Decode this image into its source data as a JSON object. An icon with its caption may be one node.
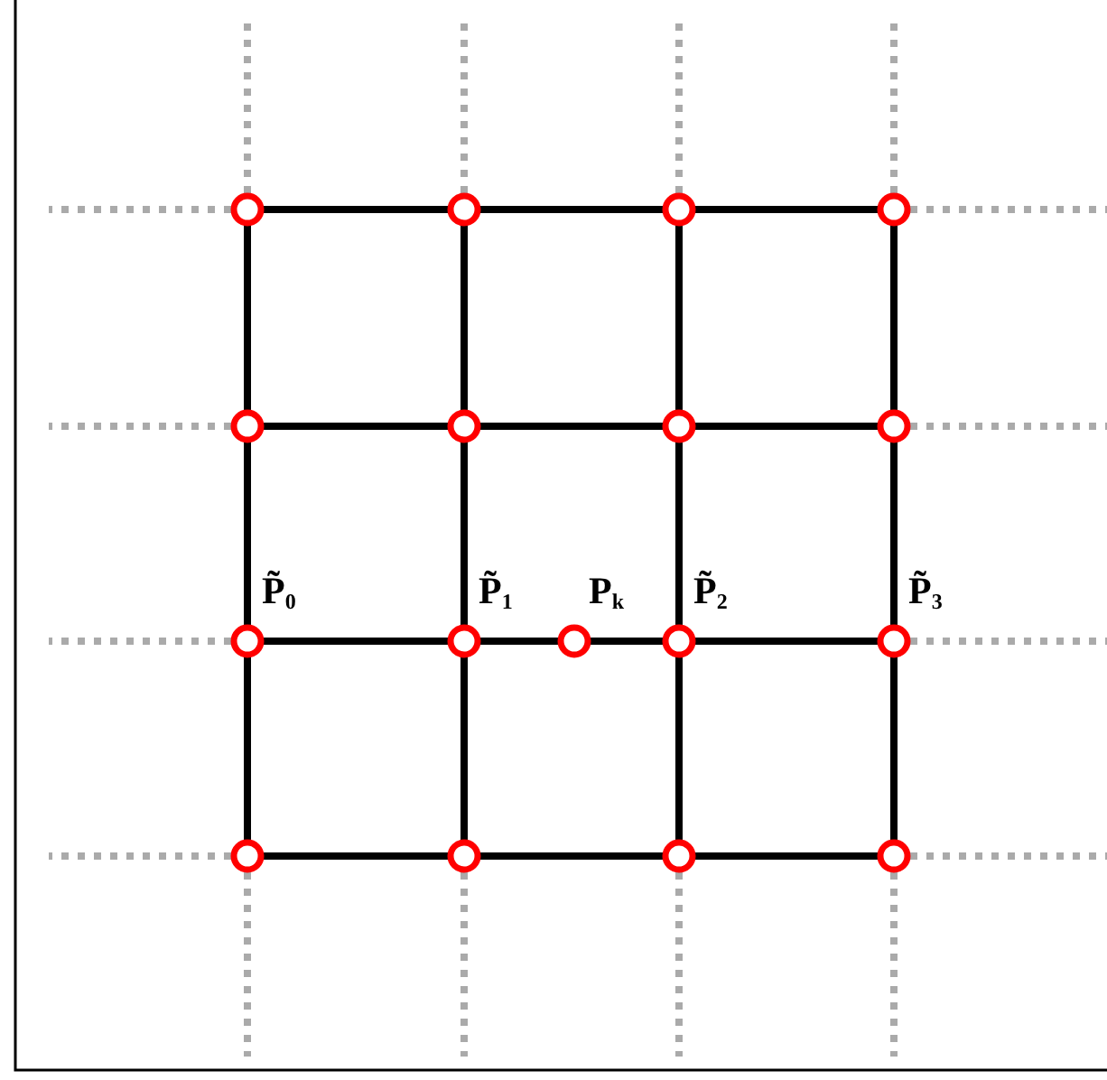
{
  "diagram": {
    "nodes": [
      {
        "text": [],
        "shape": "circle"
      },
      {
        "text": [],
        "shape": "circle"
      },
      {
        "text": [],
        "shape": "circle"
      },
      {
        "text": [],
        "shape": "circle"
      },
      {
        "text": [],
        "shape": "circle"
      },
      {
        "text": [],
        "shape": "circle"
      },
      {
        "text": [],
        "shape": "circle"
      },
      {
        "text": [],
        "shape": "circle"
      },
      {
        "text": [
          "P̃$_{0}$"
        ]
      },
      {
        "text": [
          "P̃$_{1}$"
        ]
      },
      {
        "text": [
          "P$_{k}$"
        ]
      },
      {
        "text": [
          "P̃$_{2}$"
        ]
      },
      {
        "text": [
          "P̃$_{3}$"
        ]
      },
      {
        "text": [],
        "shape": "circle"
      },
      {
        "text": [],
        "shape": "circle"
      },
      {
        "text": [],
        "shape": "circle"
      },
      {
        "text": [],
        "shape": "circle"
      }
    ],
    "edges": [
      {
        "from": 0,
        "to": 1,
        "arrow": "none"
      },
      {
        "from": 1,
        "to": 2,
        "arrow": "none"
      },
      {
        "from": 2,
        "to": 3,
        "arrow": "none"
      },
      {
        "from": 4,
        "to": 5,
        "arrow": "none"
      },
      {
        "from": 5,
        "to": 6,
        "arrow": "none"
      },
      {
        "from": 6,
        "to": 7,
        "arrow": "none"
      },
      {
        "from": 8,
        "to": 9,
        "arrow": "none"
      },
      {
        "from": 9,
        "to": 10,
        "arrow": "none"
      },
      {
        "from": 10,
        "to": 11,
        "arrow": "none"
      },
      {
        "from": 11,
        "to": 12,
        "arrow": "none"
      },
      {
        "from": 13,
        "to": 14,
        "arrow": "none"
      },
      {
        "from": 14,
        "to": 15,
        "arrow": "none"
      },
      {
        "from": 15,
        "to": 16,
        "arrow": "none"
      },
      {
        "from": 0,
        "to": 4,
        "arrow": "none"
      },
      {
        "from": 4,
        "to": 8,
        "arrow": "none"
      },
      {
        "from": 8,
        "to": 13,
        "arrow": "none"
      },
      {
        "from": 1,
        "to": 5,
        "arrow": "none"
      },
      {
        "from": 5,
        "to": 9,
        "arrow": "none"
      },
      {
        "from": 9,
        "to": 14,
        "arrow": "none"
      },
      {
        "from": 2,
        "to": 6,
        "arrow": "none"
      },
      {
        "from": 6,
        "to": 11,
        "arrow": "none"
      },
      {
        "from": 11,
        "to": 15,
        "arrow": "none"
      },
      {
        "from": 3,
        "to": 7,
        "arrow": "none"
      },
      {
        "from": 7,
        "to": 12,
        "arrow": "none"
      },
      {
        "from": 12,
        "to": 16,
        "arrow": "none"
      },
      {
        "from": 0,
        "to": null,
        "arrow": "none",
        "style": "dashed",
        "color": "#aaaaaa"
      },
      {
        "from": 1,
        "to": null,
        "arrow": "none",
        "style": "dashed",
        "color": "#aaaaaa"
      },
      {
        "from": 2,
        "to": null,
        "arrow": "none",
        "style": "dashed",
        "color": "#aaaaaa"
      },
      {
        "from": 3,
        "to": null,
        "arrow": "none",
        "style": "dashed",
        "color": "#aaaaaa"
      },
      {
        "from": 0,
        "to": null,
        "arrow": "none",
        "style": "dashed",
        "color": "#aaaaaa"
      },
      {
        "from": 4,
        "to": null,
        "arrow": "none",
        "style": "dashed",
        "color": "#aaaaaa"
      },
      {
        "from": 8,
        "to": null,
        "arrow": "none",
        "style": "dashed",
        "color": "#aaaaaa"
      },
      {
        "from": 13,
        "to": null,
        "arrow": "none",
        "style": "dashed",
        "color": "#aaaaaa"
      },
      {
        "from": 3,
        "to": null,
        "arrow": "none",
        "style": "dashed",
        "color": "#aaaaaa"
      },
      {
        "from": 7,
        "to": null,
        "arrow": "none",
        "style": "dashed",
        "color": "#aaaaaa"
      },
      {
        "from": 12,
        "to": null,
        "arrow": "none",
        "style": "dashed",
        "color": "#aaaaaa"
      },
      {
        "from": 16,
        "to": null,
        "arrow": "none",
        "style": "dashed",
        "color": "#aaaaaa"
      },
      {
        "from": 13,
        "to": null,
        "arrow": "none",
        "style": "dashed",
        "color": "#aaaaaa"
      },
      {
        "from": 14,
        "to": null,
        "arrow": "none",
        "style": "dashed",
        "color": "#aaaaaa"
      },
      {
        "from": 15,
        "to": null,
        "arrow": "none",
        "style": "dashed",
        "color": "#aaaaaa"
      },
      {
        "from": 16,
        "to": null,
        "arrow": "none",
        "style": "dashed",
        "color": "#aaaaaa"
      }
    ]
  }
}
